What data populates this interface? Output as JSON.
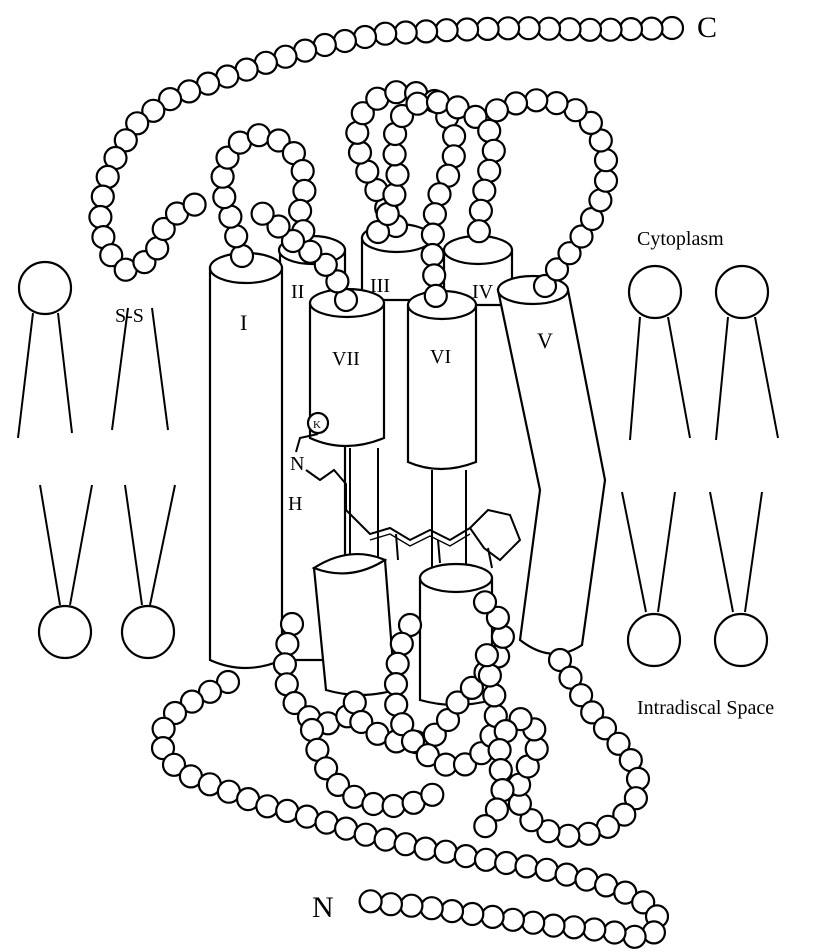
{
  "labels": {
    "c_terminus": "C",
    "n_terminus": "N",
    "cytoplasm": "Cytoplasm",
    "intradiscal": "Intradiscal Space",
    "disulfide": "S-S",
    "retinal_atom_n": "N",
    "retinal_atom_h": "H",
    "lysine_mark": "K"
  },
  "helices": [
    {
      "id": "h1",
      "label": "I"
    },
    {
      "id": "h2",
      "label": "II"
    },
    {
      "id": "h3",
      "label": "III"
    },
    {
      "id": "h4",
      "label": "IV"
    },
    {
      "id": "h5",
      "label": "V"
    },
    {
      "id": "h6",
      "label": "VI"
    },
    {
      "id": "h7",
      "label": "VII"
    }
  ],
  "colors": {
    "stroke": "#000000",
    "fill": "#ffffff"
  }
}
